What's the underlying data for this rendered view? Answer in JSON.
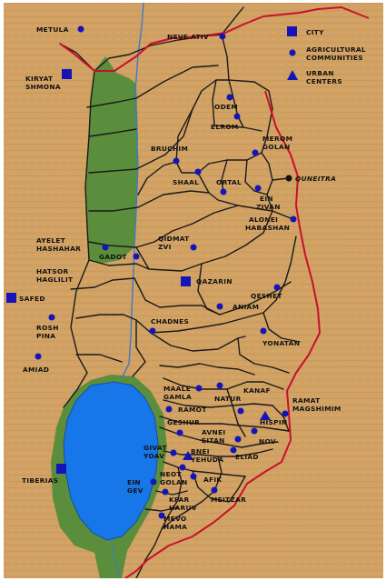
{
  "colors": {
    "land": "#d1a264",
    "land_dark": "#b98648",
    "valley": "#5b8e3c",
    "lake": "#1877e8",
    "river": "#3f79c6",
    "border": "#c8102e",
    "roads": "#1a1a1a",
    "symbol": "#1414b8",
    "quneitra": "#111111"
  },
  "legend": {
    "city": "CITY",
    "agri_1": "AGRICULTURAL",
    "agri_2": "COMMUNITIES",
    "urban_1": "URBAN",
    "urban_2": "CENTERS",
    "city_icon": "square",
    "agri_icon": "circle",
    "urban_icon": "triangle"
  },
  "places": {
    "metula": "METULA",
    "neve_ativ": "NEVE ATIV",
    "kiryat_1": "KIRYAT",
    "kiryat_2": "SHMONA",
    "odem": "ODEM",
    "elrom": "ELROM",
    "merom_1": "MEROM",
    "merom_2": "GOLAN",
    "bruchim": "BRUCHIM",
    "shaal": "SHAAL",
    "ortal": "ORTAL",
    "quneitra": "QUNEITRA",
    "ein_zivan_1": "EIN",
    "ein_zivan_2": "ZIVAN",
    "alonei_1": "ALONEI",
    "alonei_2": "HABASHAN",
    "ayelet_1": "AYELET",
    "ayelet_2": "HASHAHAR",
    "gadot": "GADOT",
    "qidmat_1": "QIDMAT",
    "qidmat_2": "ZVI",
    "hatsor_1": "HATSOR",
    "hatsor_2": "HAGLILIT",
    "qazarin": "QAZARIN",
    "safed": "SAFED",
    "qeshet": "QESHET",
    "aniam": "ANIAM",
    "rosh_1": "ROSH",
    "rosh_2": "PINA",
    "chadnes": "CHADNES",
    "yonatan": "YONATAN",
    "amiad": "AMIAD",
    "maale_1": "MAALE",
    "maale_2": "GAMLA",
    "kanaf_1": "KANAF",
    "kanaf_2": "NATUR",
    "ramot": "RAMOT",
    "ramat_1": "RAMAT",
    "ramat_2": "MAGSHIMIM",
    "hispin": "HISPIN",
    "geshur": "GESHUR",
    "avnei_1": "AVNEI",
    "avnei_2": "EITAN",
    "nov": "NOV",
    "givat_1": "GIVAT",
    "givat_2": "YOAV",
    "bnei_1": "BNEI",
    "bnei_2": "YEHUDA",
    "eliad": "ELIAD",
    "tiberias": "TIBERIAS",
    "neot_1": "NEOT",
    "neot_2": "GOLAN",
    "afik": "AFIK",
    "ein_gev_1": "EIN",
    "ein_gev_2": "GEV",
    "kfar_1": "KFAR",
    "kfar_2": "HARUV",
    "meitzar": "MEITZAR",
    "mevo_1": "MEVO",
    "mevo_2": "HAMA"
  }
}
